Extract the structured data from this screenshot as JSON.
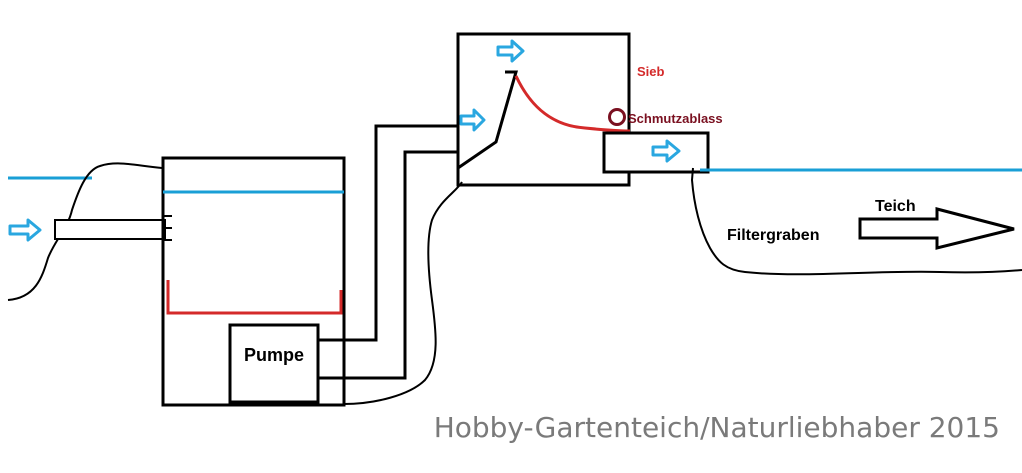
{
  "labels": {
    "pump": "Pumpe",
    "sieve": "Sieb",
    "dirt_drain": "Schmutzablass",
    "filter_ditch": "Filtergraben",
    "pond": "Teich"
  },
  "watermark": "Hobby-Gartenteich/Naturliebhaber 2015",
  "colors": {
    "water_line": "#1a9fd6",
    "flow_arrow": "#2aa7e0",
    "sieve": "#d42a2a",
    "sieve_label": "#d42a2a",
    "drain_label": "#7a1020",
    "outline": "#000000",
    "watermark": "#7a7a7a"
  }
}
